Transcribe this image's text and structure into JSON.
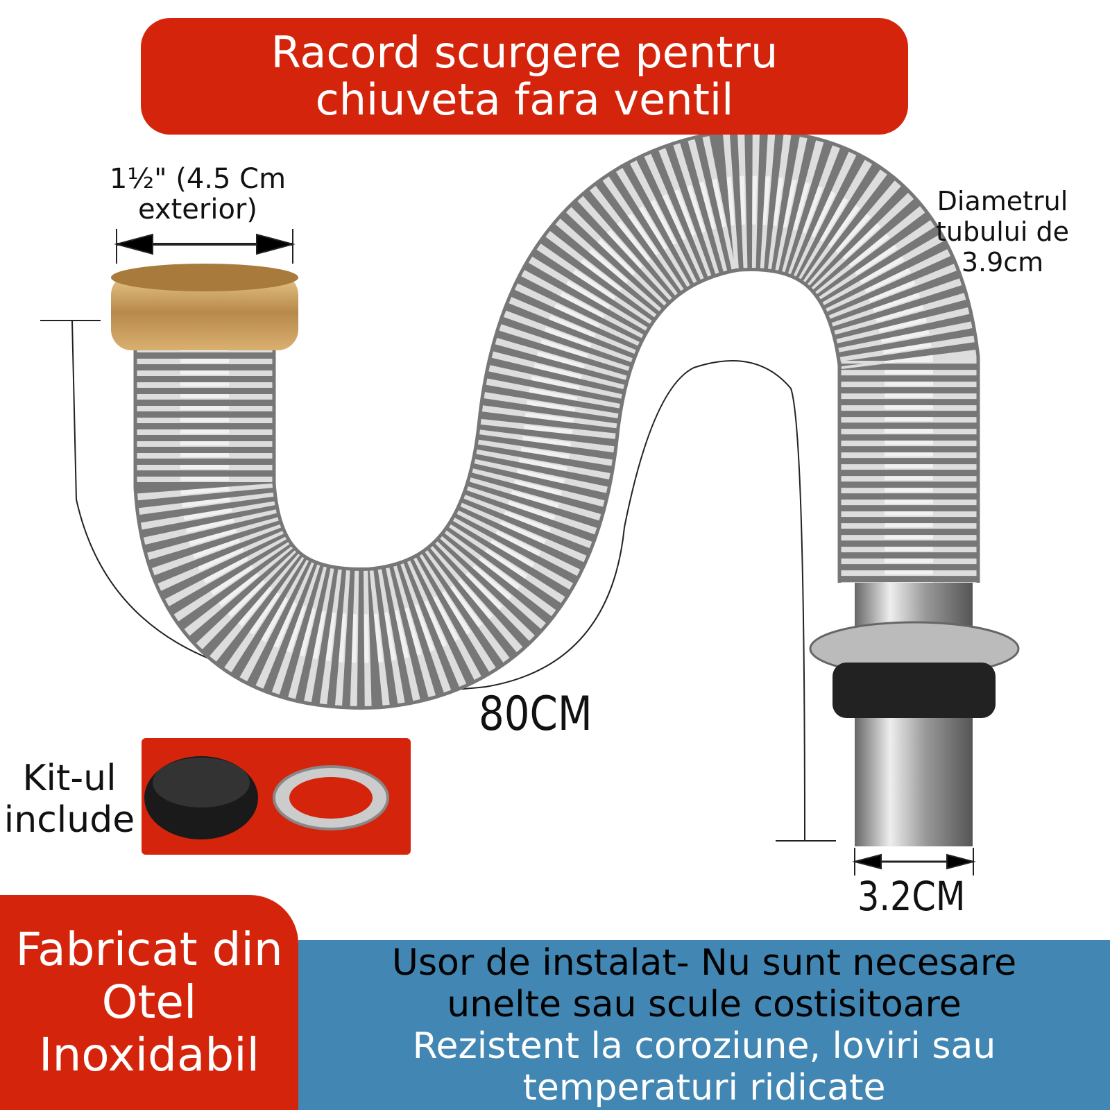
{
  "title": {
    "line1": "Racord scurgere pentru",
    "line2": "chiuveta fara ventil"
  },
  "dimensions": {
    "nut_size_line1": "1½\" (4.5 Cm",
    "nut_size_line2": "exterior)",
    "tube_diameter_line1": "Diametrul",
    "tube_diameter_line2": "tubului de",
    "tube_diameter_line3": "3.9cm",
    "length": "80CM",
    "outlet_diameter": "3.2CM"
  },
  "kit": {
    "line1": "Kit-ul",
    "line2": "include"
  },
  "material": {
    "line1": "Fabricat din",
    "line2": "Otel",
    "line3": "Inoxidabil"
  },
  "features": {
    "line1": "Usor de instalat- Nu sunt necesare",
    "line2": "unelte sau scule costisitoare",
    "line3": "Rezistent la coroziune, loviri sau",
    "line4": "temperaturi ridicate"
  },
  "colors": {
    "red": "#d4250c",
    "blue": "#4286b3",
    "brass": "#c9a15a"
  }
}
